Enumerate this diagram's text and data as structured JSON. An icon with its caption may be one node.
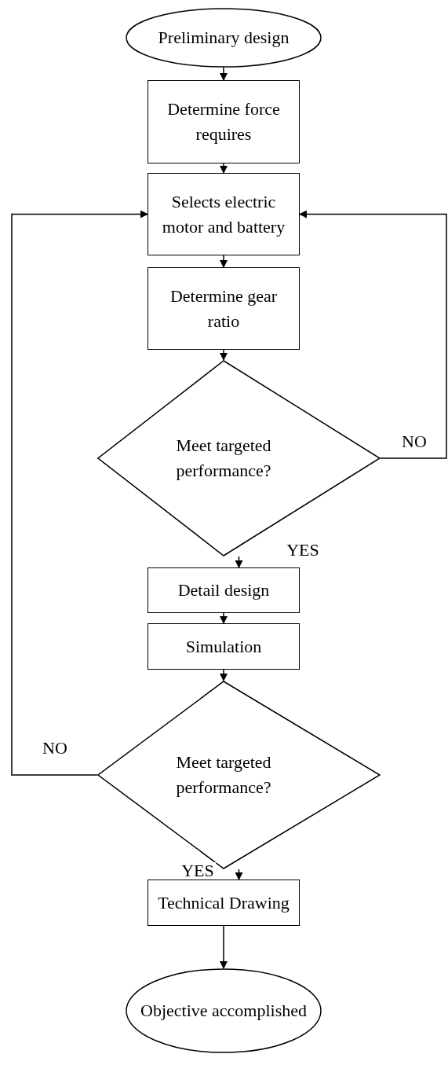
{
  "diagram": {
    "nodes": [
      {
        "text": [
          "Preliminary design"
        ]
      },
      {
        "text": [
          "Determine force requires"
        ]
      },
      {
        "text": [
          "Selects electric motor and battery"
        ]
      },
      {
        "text": [
          "Determine gear ratio"
        ]
      },
      {
        "text": [
          "Meet targeted performance?"
        ]
      },
      {
        "text": [
          "Detail design"
        ]
      },
      {
        "text": [
          "Simulation"
        ]
      },
      {
        "text": [
          "Meet targeted performance?"
        ]
      },
      {
        "text": [
          "Technical Drawing"
        ]
      },
      {
        "text": [
          "Objective accomplished"
        ]
      }
    ],
    "edges": [
      {
        "from": 0,
        "to": 1,
        "arrow": "to"
      },
      {
        "from": 1,
        "to": 2,
        "arrow": "to"
      },
      {
        "from": 2,
        "to": 3,
        "arrow": "to"
      },
      {
        "from": 3,
        "to": 4,
        "arrow": "to"
      },
      {
        "from": 4,
        "to": 5,
        "arrow": "to",
        "label": "YES"
      },
      {
        "from": 5,
        "to": 6,
        "arrow": "to"
      },
      {
        "from": 6,
        "to": 7,
        "arrow": "to"
      },
      {
        "from": 7,
        "to": 8,
        "arrow": "to",
        "label": "YES"
      },
      {
        "from": 8,
        "to": 9,
        "arrow": "to"
      },
      {
        "from": 4,
        "to": 2,
        "arrow": "to",
        "label": "NO"
      },
      {
        "from": 7,
        "to": 2,
        "arrow": "to",
        "label": "NO"
      }
    ]
  }
}
